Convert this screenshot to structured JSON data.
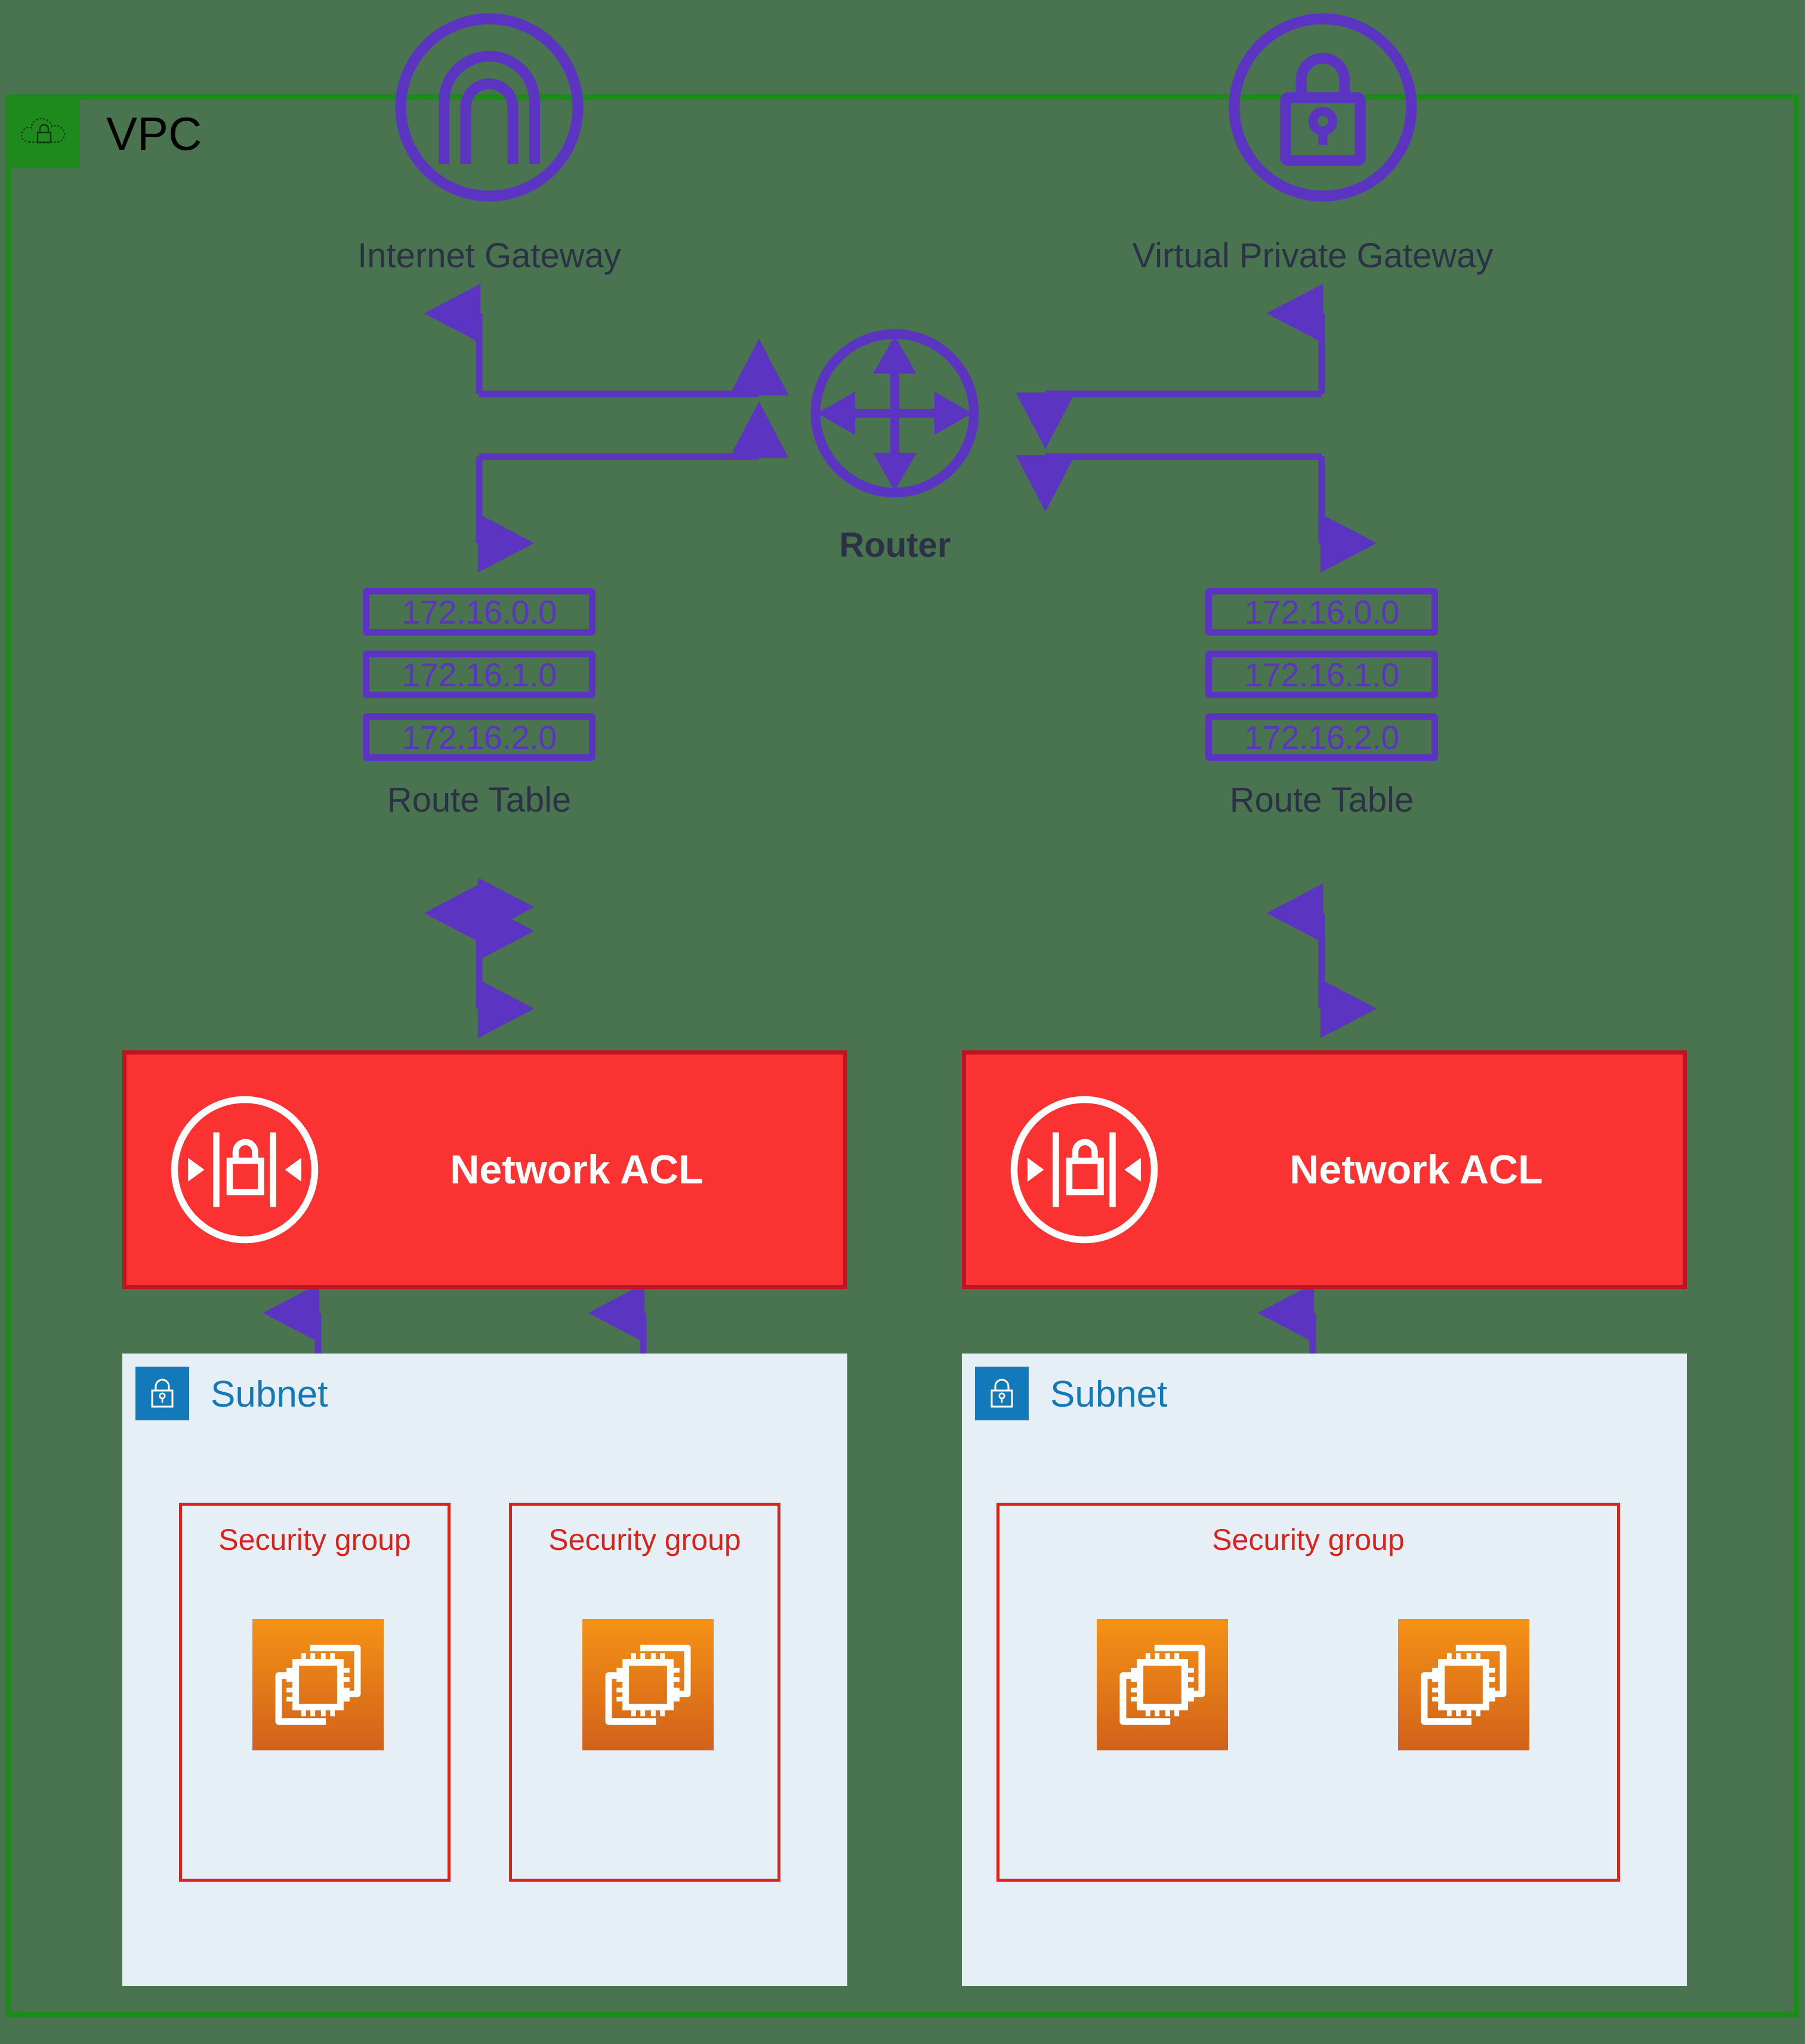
{
  "vpc": {
    "label": "VPC",
    "icon": "vpc-cloud-lock-icon",
    "border_color": "#1e8a1e",
    "badge_color": "#1e8a1e"
  },
  "background_color": "#4a7350",
  "accent_purple": "#5b35c2",
  "gateways": [
    {
      "id": "internet-gateway",
      "label": "Internet Gateway",
      "icon": "internet-gateway-arch-icon"
    },
    {
      "id": "virtual-private-gateway",
      "label": "Virtual Private Gateway",
      "icon": "padlock-icon"
    }
  ],
  "router": {
    "label": "Router",
    "icon": "router-four-way-arrow-icon"
  },
  "route_tables": [
    {
      "id": "route-table-left",
      "caption": "Route Table",
      "routes": [
        "172.16.0.0",
        "172.16.1.0",
        "172.16.2.0"
      ]
    },
    {
      "id": "route-table-right",
      "caption": "Route Table",
      "routes": [
        "172.16.0.0",
        "172.16.1.0",
        "172.16.2.0"
      ]
    }
  ],
  "network_acls": [
    {
      "id": "network-acl-left",
      "label": "Network ACL",
      "icon": "network-acl-icon",
      "fill": "#fa3232"
    },
    {
      "id": "network-acl-right",
      "label": "Network ACL",
      "icon": "network-acl-icon",
      "fill": "#fa3232"
    }
  ],
  "subnets": [
    {
      "id": "subnet-left",
      "label": "Subnet",
      "icon": "subnet-lock-icon",
      "security_groups": [
        {
          "label": "Security group",
          "instances": [
            "ec2-instance"
          ]
        },
        {
          "label": "Security group",
          "instances": [
            "ec2-instance"
          ]
        }
      ]
    },
    {
      "id": "subnet-right",
      "label": "Subnet",
      "icon": "subnet-lock-icon",
      "security_groups": [
        {
          "label": "Security group",
          "instances": [
            "ec2-instance",
            "ec2-instance"
          ]
        }
      ]
    }
  ]
}
